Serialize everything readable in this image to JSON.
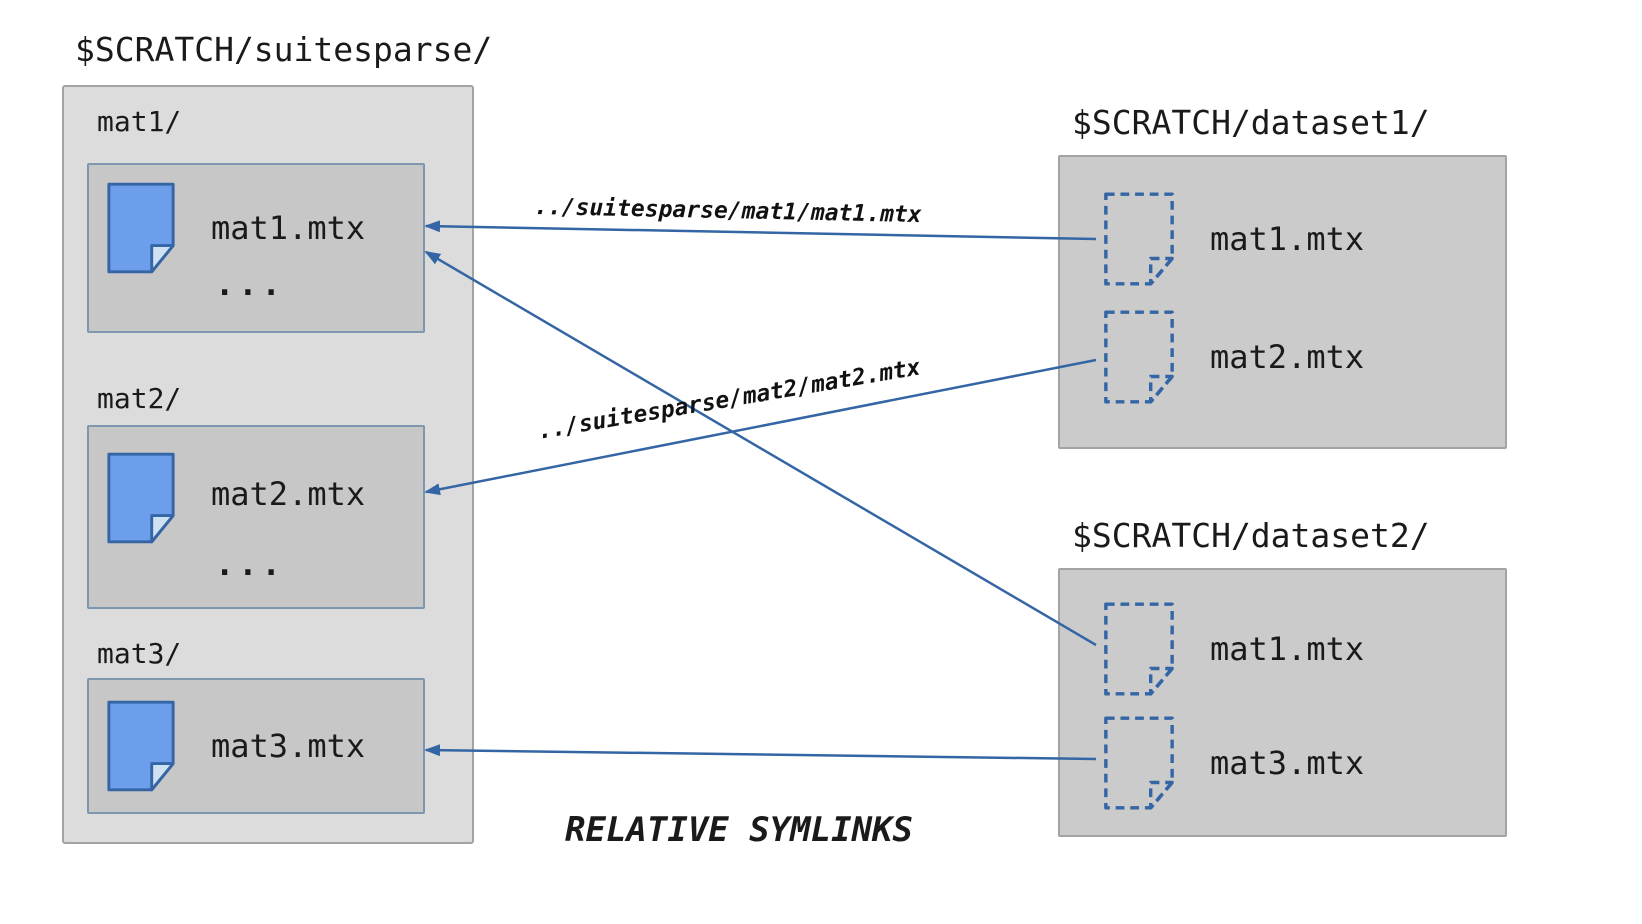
{
  "colors": {
    "accent_blue": "#3465a4",
    "icon_fill": "#6d9eeb",
    "icon_fold": "#cfe2f3",
    "outer_box_fill": "#dcdcdc",
    "inner_box_fill": "#c7c7c7",
    "dataset_box_fill": "#cbcbcb",
    "box_border_gray": "#a3a3a3",
    "inner_box_border": "#7e96ae"
  },
  "caption": "RELATIVE SYMLINKS",
  "suitesparse": {
    "title": "$SCRATCH/suitesparse/",
    "folders": [
      {
        "name": "mat1/",
        "file": "mat1.mtx",
        "more": "..."
      },
      {
        "name": "mat2/",
        "file": "mat2.mtx",
        "more": "..."
      },
      {
        "name": "mat3/",
        "file": "mat3.mtx"
      }
    ]
  },
  "datasets": [
    {
      "title": "$SCRATCH/dataset1/",
      "files": [
        {
          "name": "mat1.mtx"
        },
        {
          "name": "mat2.mtx"
        }
      ]
    },
    {
      "title": "$SCRATCH/dataset2/",
      "files": [
        {
          "name": "mat1.mtx"
        },
        {
          "name": "mat3.mtx"
        }
      ]
    }
  ],
  "links": [
    {
      "from": "dataset1/mat1.mtx",
      "to": "suitesparse/mat1/mat1.mtx",
      "label": "../suitesparse/mat1/mat1.mtx"
    },
    {
      "from": "dataset1/mat2.mtx",
      "to": "suitesparse/mat2/mat2.mtx",
      "label": "../suitesparse/mat2/mat2.mtx"
    },
    {
      "from": "dataset2/mat1.mtx",
      "to": "suitesparse/mat1/mat1.mtx",
      "label": ""
    },
    {
      "from": "dataset2/mat3.mtx",
      "to": "suitesparse/mat3/mat3.mtx",
      "label": ""
    }
  ]
}
